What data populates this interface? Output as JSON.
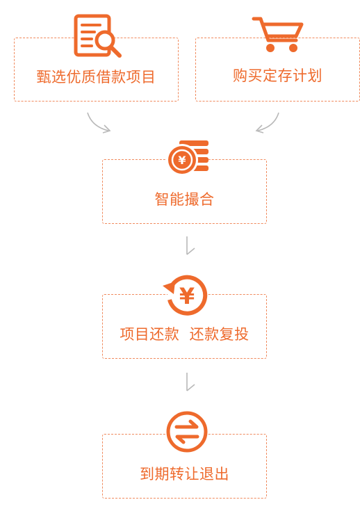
{
  "steps": {
    "select_projects": {
      "label": "甄选优质借款项目",
      "icon": "document-search-icon"
    },
    "buy_plan": {
      "label": "购买定存计划",
      "icon": "shopping-cart-icon"
    },
    "matching": {
      "label": "智能撮合",
      "icon": "yen-coins-icon"
    },
    "repayment": {
      "label": "项目还款  还款复投",
      "icon": "yen-refresh-icon"
    },
    "exit": {
      "label": "到期转让退出",
      "icon": "exchange-arrows-icon"
    }
  },
  "colors": {
    "accent": "#ee6a2c",
    "border": "#f08a5d",
    "arrow": "#b8b8b8"
  }
}
